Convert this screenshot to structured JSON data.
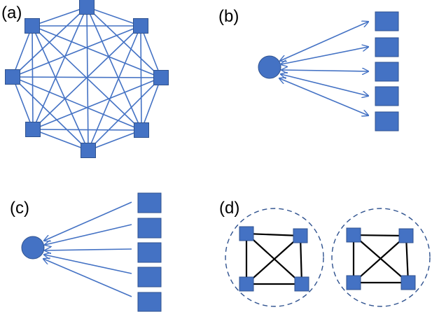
{
  "panels": {
    "a": {
      "label": "(a)",
      "description_nodes": 8
    },
    "b": {
      "label": "(b)"
    },
    "c": {
      "label": "(c)"
    },
    "d": {
      "label": "(d)"
    }
  },
  "colors": {
    "node_fill": "#4472C4",
    "node_stroke": "#2F528F",
    "edge_blue": "#4472C4",
    "edge_black": "#000000",
    "cluster_stroke": "#2F528F"
  }
}
